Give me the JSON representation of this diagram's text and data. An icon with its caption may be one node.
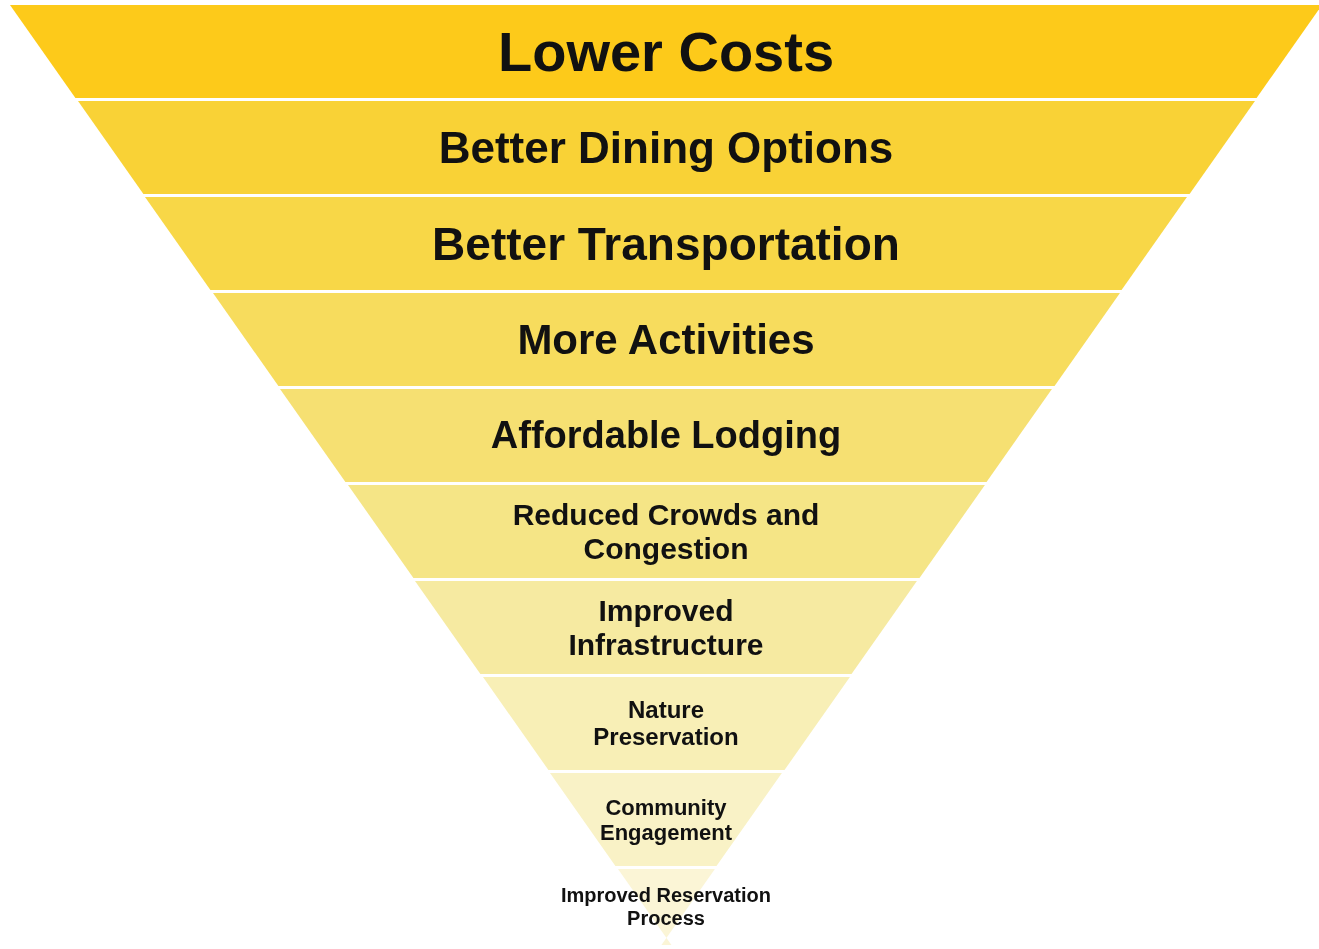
{
  "diagram": {
    "nodes": [
      {
        "text": [
          "Lower Costs"
        ]
      },
      {
        "text": [
          "Better Dining Options"
        ]
      },
      {
        "text": [
          "Better Transportation"
        ]
      },
      {
        "text": [
          "More Activities"
        ]
      },
      {
        "text": [
          "Affordable Lodging"
        ]
      },
      {
        "text": [
          "Reduced Crowds and Congestion"
        ]
      },
      {
        "text": [
          "Improved Infrastructure"
        ]
      },
      {
        "text": [
          "Nature Preservation"
        ]
      },
      {
        "text": [
          "Community Engagement"
        ]
      },
      {
        "text": [
          "Improved Reservation Process"
        ]
      }
    ],
    "edges": []
  }
}
